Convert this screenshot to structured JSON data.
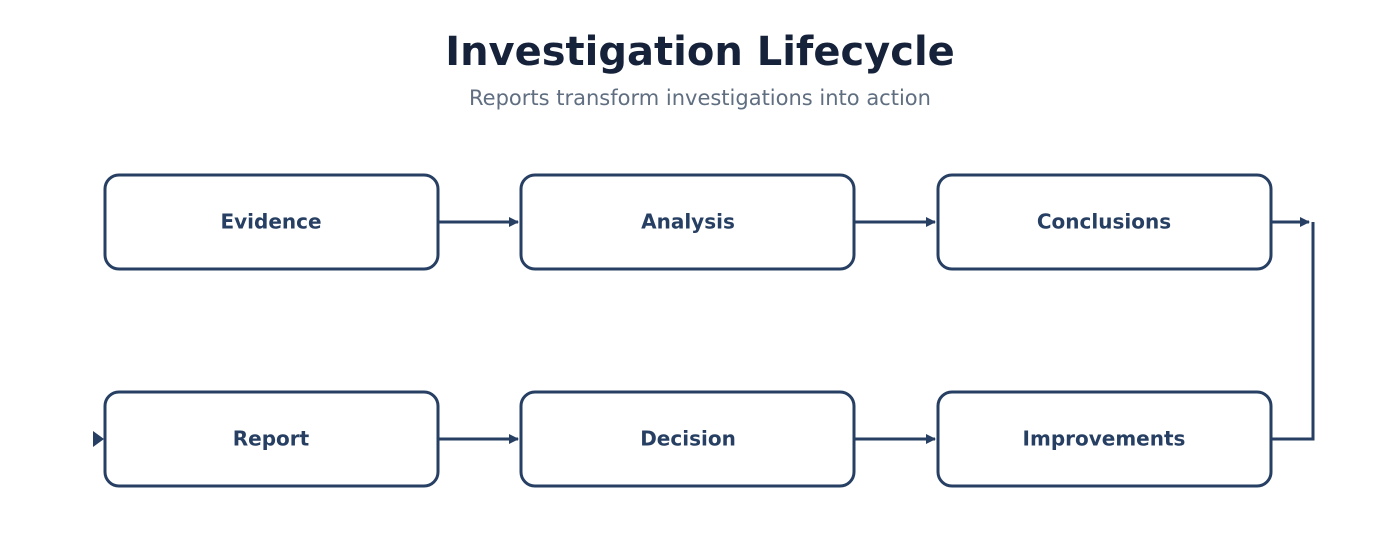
{
  "title": "Investigation Lifecycle",
  "subtitle": "Reports transform investigations into action",
  "colors": {
    "node_stroke": "#263f63",
    "node_fill": "#ffffff",
    "arrow": "#263f63",
    "title": "#16223a",
    "subtitle": "#5f6e80"
  },
  "steps": [
    {
      "label": "Evidence"
    },
    {
      "label": "Analysis"
    },
    {
      "label": "Conclusions"
    },
    {
      "label": "Improvements"
    },
    {
      "label": "Decision"
    },
    {
      "label": "Report"
    }
  ]
}
